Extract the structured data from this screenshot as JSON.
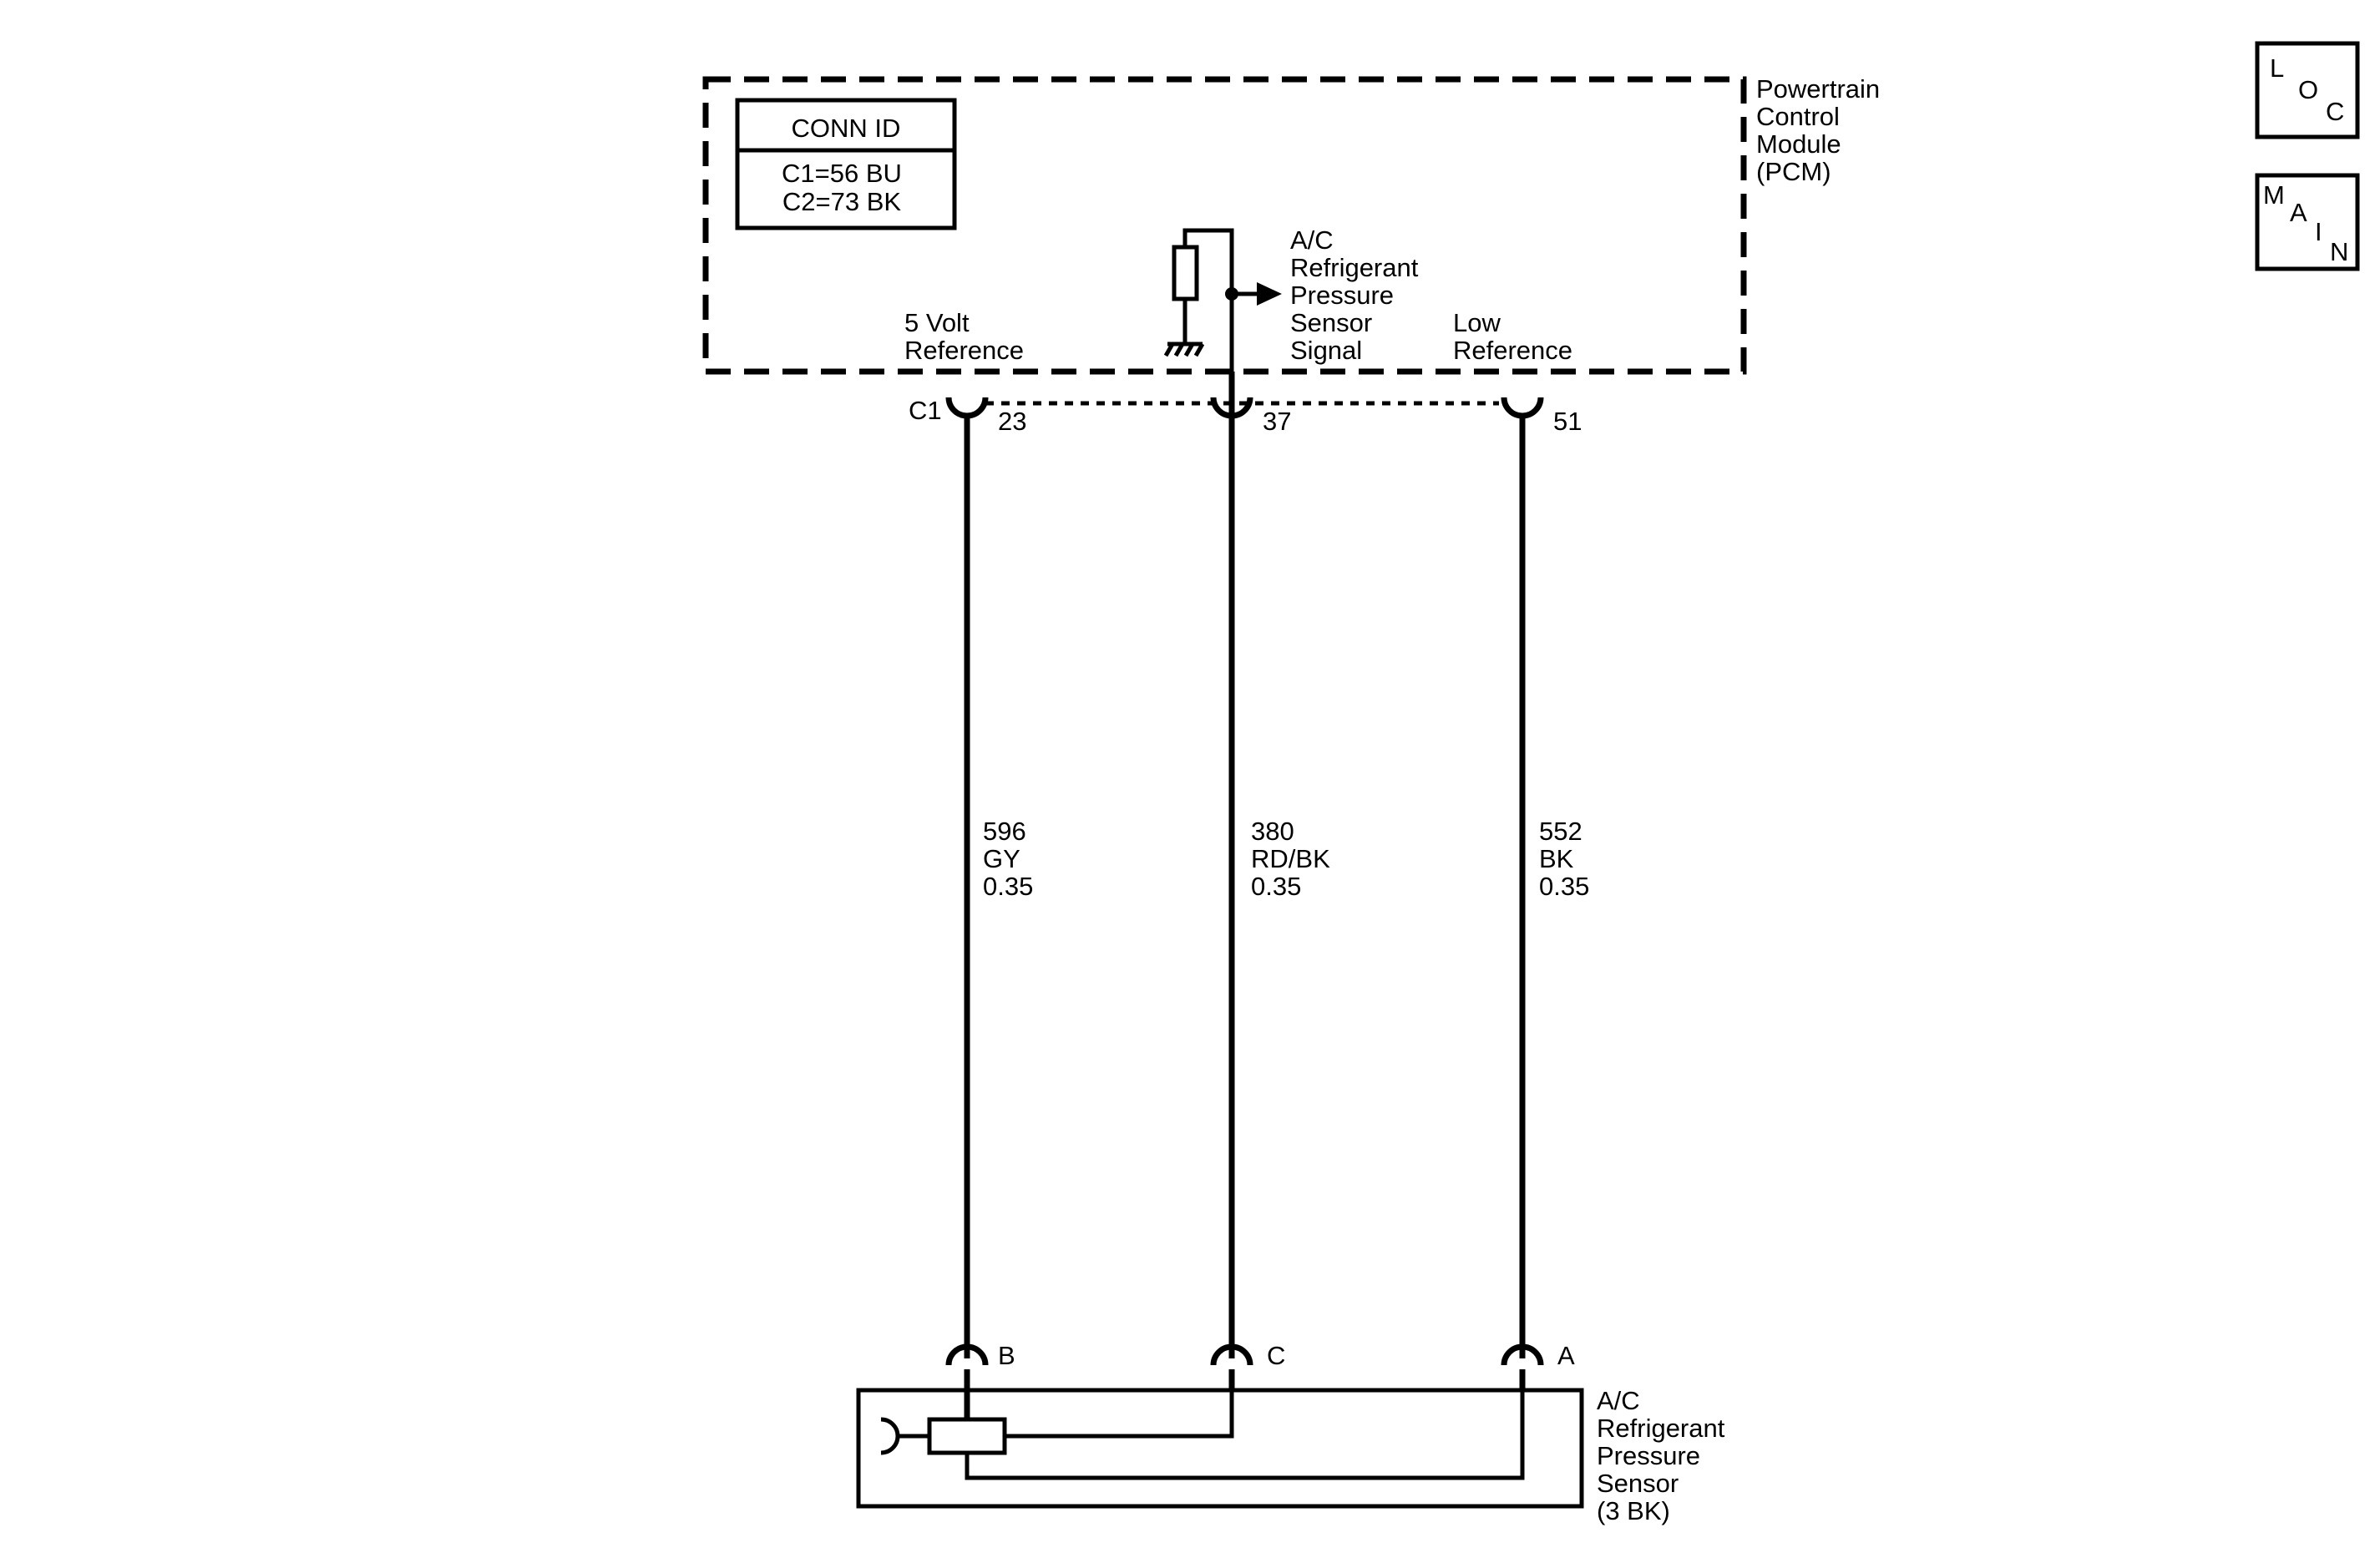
{
  "module": {
    "name_lines": [
      "Powertrain",
      "Control",
      "Module",
      "(PCM)"
    ],
    "conn_id": {
      "title": "CONN ID",
      "lines": [
        "C1=56 BU",
        "C2=73 BK"
      ]
    },
    "signals": {
      "five_volt": [
        "5 Volt",
        "Reference"
      ],
      "ac_signal": [
        "A/C",
        "Refrigerant",
        "Pressure",
        "Sensor",
        "Signal"
      ],
      "low_ref": [
        "Low",
        "Reference"
      ]
    },
    "connector": "C1",
    "pins": [
      "23",
      "37",
      "51"
    ]
  },
  "wires": [
    {
      "circuit": "596",
      "color": "GY",
      "gauge": "0.35"
    },
    {
      "circuit": "380",
      "color": "RD/BK",
      "gauge": "0.35"
    },
    {
      "circuit": "552",
      "color": "BK",
      "gauge": "0.35"
    }
  ],
  "sensor": {
    "pins": [
      "B",
      "C",
      "A"
    ],
    "name_lines": [
      "A/C",
      "Refrigerant",
      "Pressure",
      "Sensor",
      "(3 BK)"
    ]
  },
  "nav": {
    "loc": [
      "L",
      "O",
      "C"
    ],
    "main": [
      "M",
      "A",
      "I",
      "N"
    ]
  }
}
